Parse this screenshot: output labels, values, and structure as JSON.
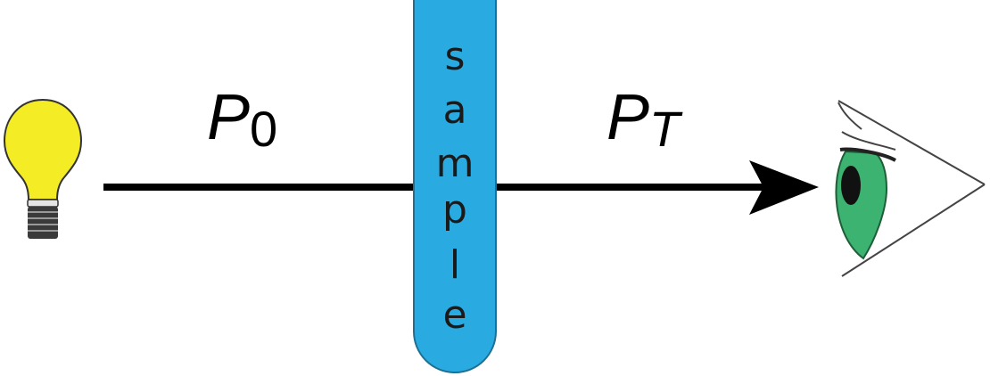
{
  "diagram": {
    "incident_label": {
      "main": "P",
      "sub": "0"
    },
    "transmitted_label": {
      "main": "P",
      "sub": "T"
    },
    "sample_text": "sample",
    "sample_letters": [
      "s",
      "a",
      "m",
      "p",
      "l",
      "e"
    ]
  },
  "colors": {
    "bulb": "#f4ec25",
    "sample": "#29abe2",
    "iris": "#3cb371",
    "beam": "#000000"
  },
  "icons": [
    "light-bulb-icon",
    "eye-icon"
  ]
}
